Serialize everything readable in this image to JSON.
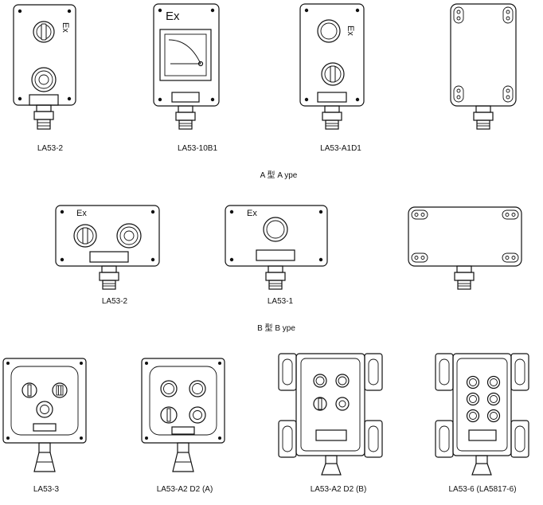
{
  "sections": {
    "a_type": "A 型 A ype",
    "b_type": "B 型 B ype"
  },
  "ex_mark": "Ex",
  "models": {
    "a1": "LA53-2",
    "a2": "LA53-10B1",
    "a3": "LA53-A1D1",
    "b1": "LA53-2",
    "b2": "LA53-1",
    "c1": "LA53-3",
    "c2": "LA53-A2 D2 (A)",
    "c3": "LA53-A2 D2 (B)",
    "c4": "LA53-6 (LA5817-6)"
  },
  "colors": {
    "line": "#111111",
    "background": "#ffffff"
  }
}
